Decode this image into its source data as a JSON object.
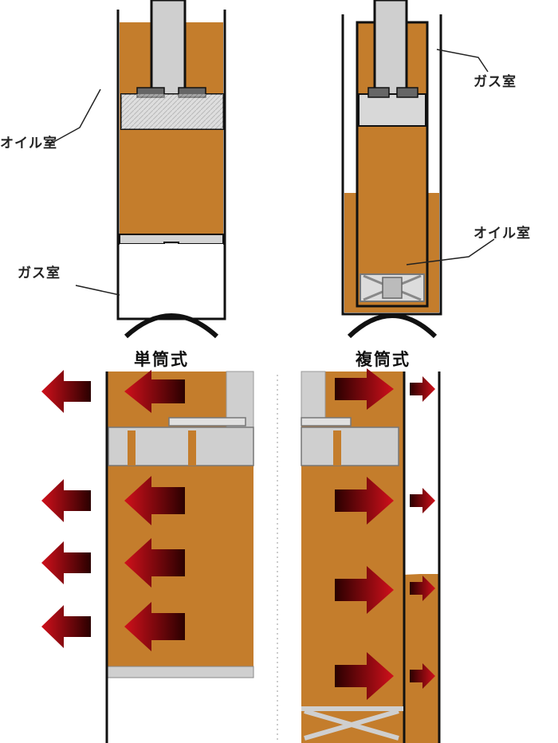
{
  "labels": {
    "mono": {
      "oil_chamber": "オイル室",
      "gas_chamber": "ガス室",
      "title": "単筒式"
    },
    "twin": {
      "gas_chamber": "ガス室",
      "oil_chamber": "オイル室",
      "title": "複筒式"
    }
  },
  "colors": {
    "oil": "#c47d2c",
    "oil_dark": "#a9691f",
    "rod": "#cfcfcf",
    "outline": "#111111",
    "arrow_red": "#d0101b",
    "arrow_dark": "#2a0000"
  }
}
